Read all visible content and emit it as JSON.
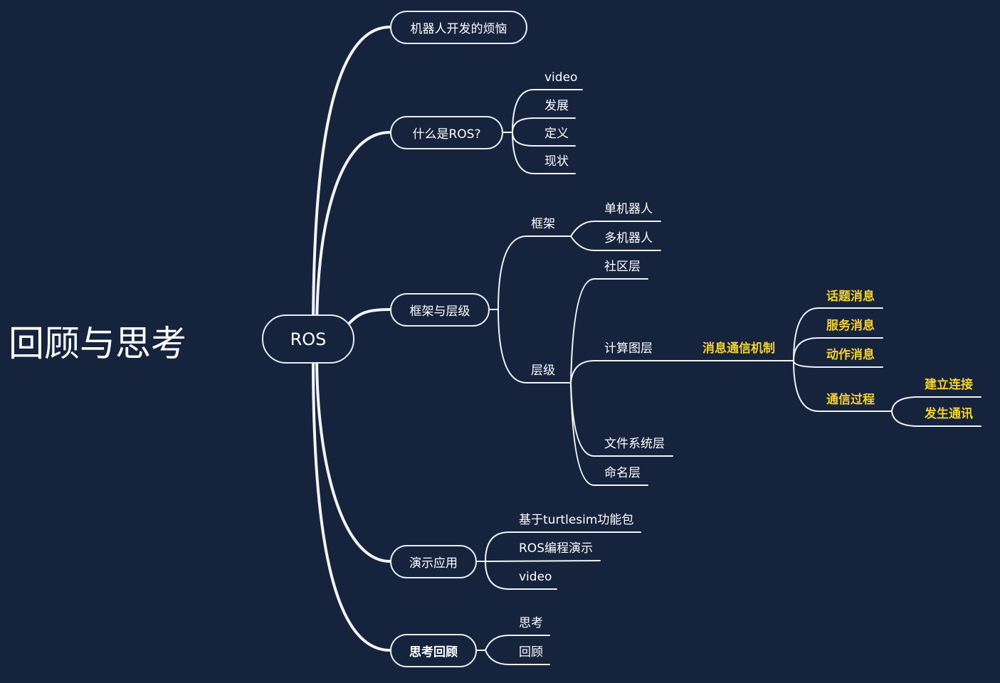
{
  "title": "回顾与思考",
  "root": "ROS",
  "colors": {
    "background": "#16233d",
    "line": "#ffffff",
    "highlight": "#f5d033"
  },
  "branches": [
    {
      "label": "机器人开发的烦恼",
      "children": []
    },
    {
      "label": "什么是ROS?",
      "children": [
        "video",
        "发展",
        "定义",
        "现状"
      ]
    },
    {
      "label": "框架与层级",
      "children": [
        {
          "label": "框架",
          "children": [
            "单机器人",
            "多机器人"
          ]
        },
        {
          "label": "层级",
          "children": [
            "社区层",
            {
              "label": "计算图层",
              "children": [
                {
                  "label": "消息通信机制",
                  "children": [
                    "话题消息",
                    "服务消息",
                    "动作消息",
                    {
                      "label": "通信过程",
                      "children": [
                        "建立连接",
                        "发生通讯"
                      ]
                    }
                  ]
                }
              ]
            },
            "文件系统层",
            "命名层"
          ]
        }
      ]
    },
    {
      "label": "演示应用",
      "children": [
        "基于turtlesim功能包",
        "ROS编程演示",
        "video"
      ]
    },
    {
      "label": "思考回顾",
      "children": [
        "思考",
        "回顾"
      ]
    }
  ]
}
